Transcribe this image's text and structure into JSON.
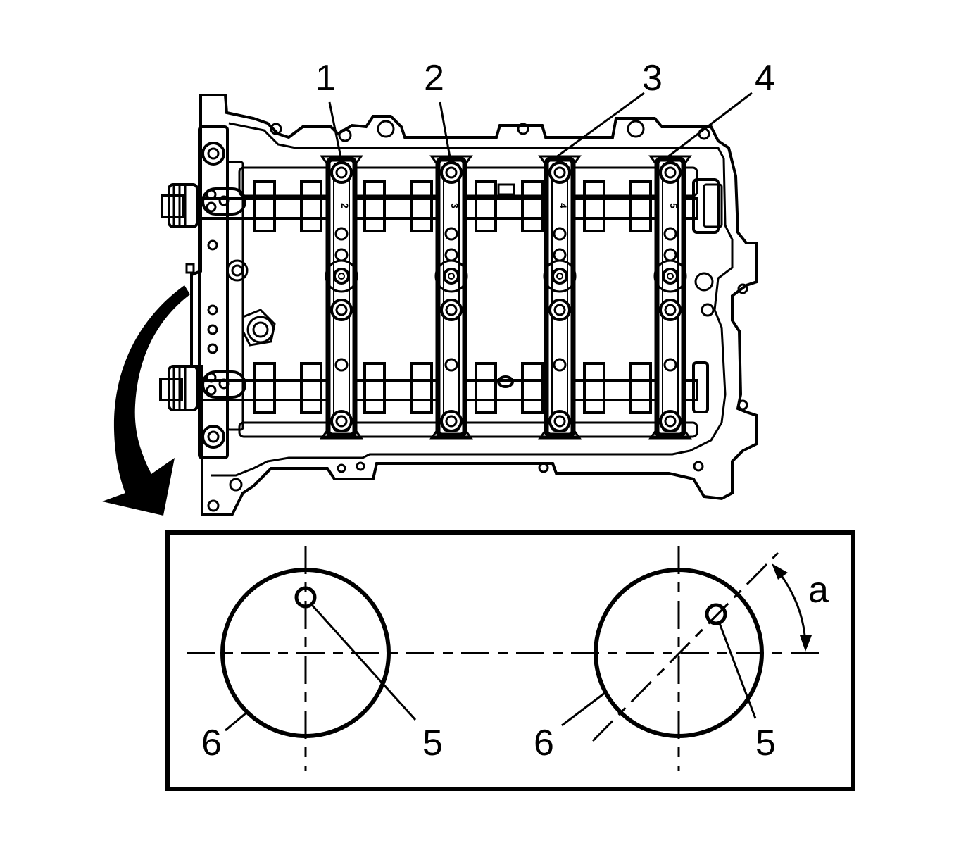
{
  "callouts": {
    "c1": "1",
    "c2": "2",
    "c3": "3",
    "c4": "4",
    "c5_left": "5",
    "c5_right": "5",
    "c6_left": "6",
    "c6_right": "6",
    "angle": "a"
  },
  "cap_numbers": [
    "2",
    "3",
    "4",
    "5"
  ],
  "colors": {
    "ink": "#000000",
    "paper": "#ffffff"
  }
}
